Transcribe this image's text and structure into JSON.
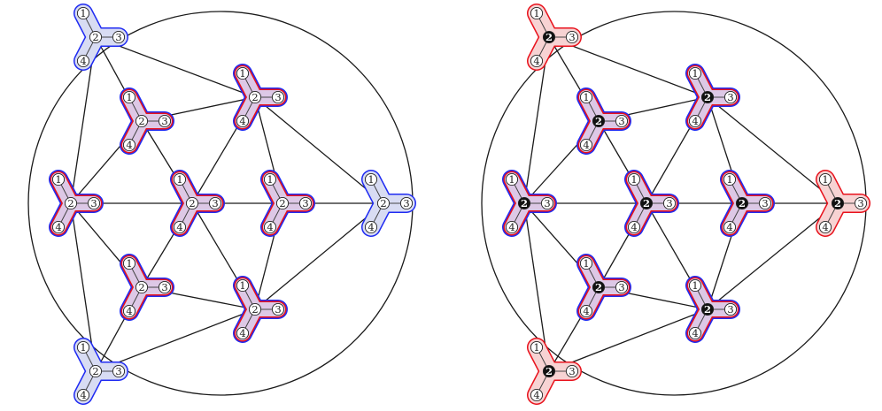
{
  "colors": {
    "line": "#1a1a1a",
    "blue": "#1f2bf2",
    "red": "#e8121c",
    "fill_purple": "#ddc8e6",
    "fill_blue": "#d8dcf3",
    "fill_pink": "#f7d3d3"
  },
  "labels": {
    "one": "1",
    "two": "2",
    "three": "3",
    "four": "4"
  },
  "panels": [
    {
      "center_style": "outlined",
      "nodes": [
        {
          "fill": "blue",
          "outer": "blue"
        },
        {
          "fill": "purple",
          "outer": "both"
        },
        {
          "fill": "purple",
          "outer": "both"
        },
        {
          "fill": "purple",
          "outer": "both"
        },
        {
          "fill": "purple",
          "outer": "both"
        },
        {
          "fill": "purple",
          "outer": "both"
        },
        {
          "fill": "blue",
          "outer": "blue"
        },
        {
          "fill": "purple",
          "outer": "both"
        },
        {
          "fill": "purple",
          "outer": "both"
        },
        {
          "fill": "blue",
          "outer": "blue"
        }
      ]
    },
    {
      "center_style": "filled",
      "nodes": [
        {
          "fill": "pink",
          "outer": "red"
        },
        {
          "fill": "purple",
          "outer": "both"
        },
        {
          "fill": "purple",
          "outer": "both"
        },
        {
          "fill": "purple",
          "outer": "both"
        },
        {
          "fill": "purple",
          "outer": "both"
        },
        {
          "fill": "purple",
          "outer": "both"
        },
        {
          "fill": "pink",
          "outer": "red"
        },
        {
          "fill": "purple",
          "outer": "both"
        },
        {
          "fill": "purple",
          "outer": "both"
        },
        {
          "fill": "pink",
          "outer": "red"
        }
      ]
    }
  ]
}
